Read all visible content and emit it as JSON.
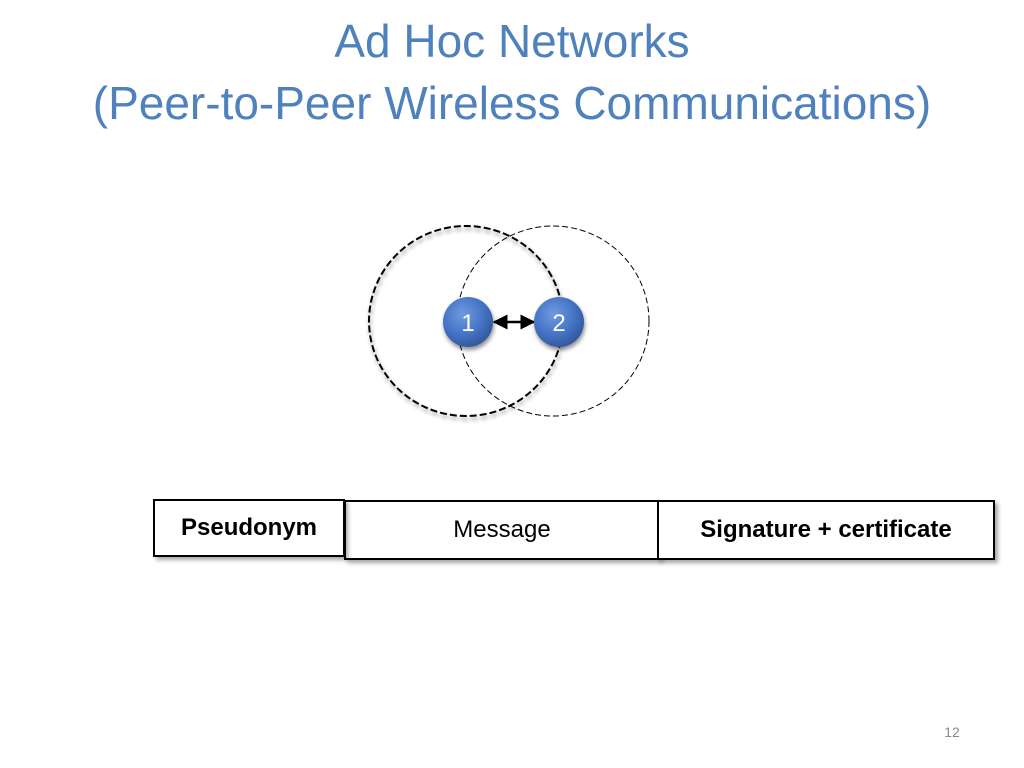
{
  "slide": {
    "title_line1": "Ad Hoc Networks",
    "title_line2": "(Peer-to-Peer Wireless Communications)",
    "page_number": "12"
  },
  "diagram": {
    "nodes": [
      {
        "label": "1"
      },
      {
        "label": "2"
      }
    ],
    "node_color": "#4472c4",
    "link": "bidirectional"
  },
  "packet": {
    "fields": [
      {
        "label": "Pseudonym",
        "bold": true
      },
      {
        "label": "Message",
        "bold": false
      },
      {
        "label": "Signature + certificate",
        "bold": true
      }
    ]
  }
}
